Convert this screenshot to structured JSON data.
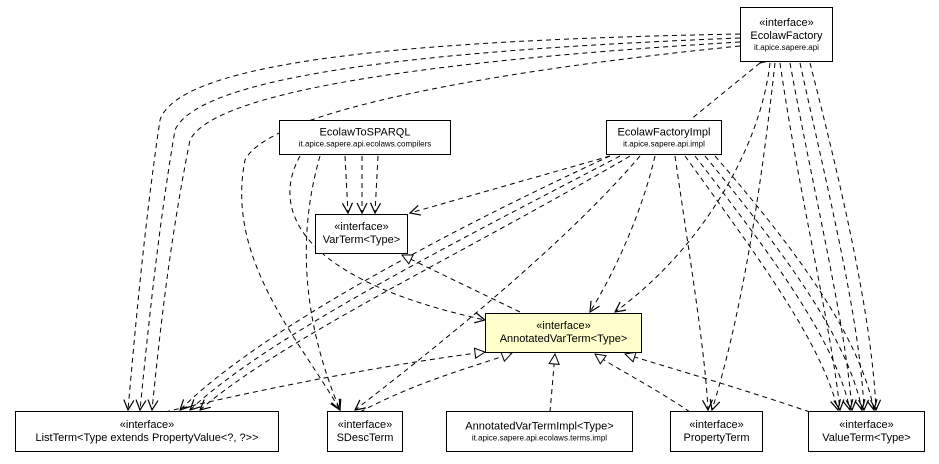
{
  "nodes": {
    "ecolaw_factory": {
      "stereotype": "«interface»",
      "name": "EcolawFactory",
      "package": "it.apice.sapere.api"
    },
    "ecolaw_to_sparql": {
      "name": "EcolawToSPARQL",
      "package": "it.apice.sapere.api.ecolaws.compilers"
    },
    "ecolaw_factory_impl": {
      "name": "EcolawFactoryImpl",
      "package": "it.apice.sapere.api.impl"
    },
    "var_term": {
      "stereotype": "«interface»",
      "name": "VarTerm<Type>"
    },
    "annotated_var_term": {
      "stereotype": "«interface»",
      "name": "AnnotatedVarTerm<Type>"
    },
    "list_term": {
      "stereotype": "«interface»",
      "name": "ListTerm<Type extends PropertyValue<?, ?>>"
    },
    "sdesc_term": {
      "stereotype": "«interface»",
      "name": "SDescTerm"
    },
    "annotated_var_term_impl": {
      "name": "AnnotatedVarTermImpl<Type>",
      "package": "it.apice.sapere.api.ecolaws.terms.impl"
    },
    "property_term": {
      "stereotype": "«interface»",
      "name": "PropertyTerm"
    },
    "value_term": {
      "stereotype": "«interface»",
      "name": "ValueTerm<Type>"
    }
  },
  "colors": {
    "highlight": "#ffffcc",
    "line": "#000000"
  }
}
